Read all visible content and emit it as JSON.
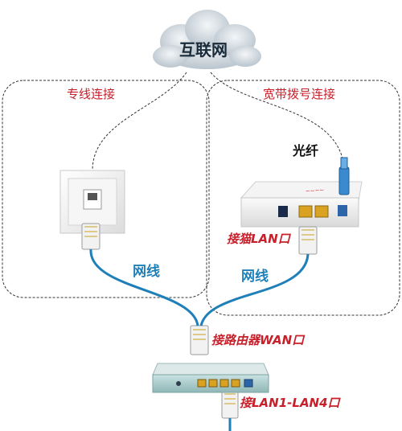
{
  "cloud_label": "互联网",
  "left_group": {
    "title": "专线连接"
  },
  "right_group": {
    "title": "宽带拨号连接"
  },
  "fiber_label": "光纤",
  "modem_lan_label": "接猫LAN口",
  "cable_label_left": "网线",
  "cable_label_right": "网线",
  "router_wan_label": "接路由器WAN口",
  "router_lan_label": "接LAN1-LAN4口",
  "colors": {
    "dashed": "#333333",
    "label_red": "#c8202a",
    "cable_blue": "#1f7fb8",
    "router_teal": "#a8cccc",
    "cloud_gray": "#cfd7de"
  },
  "icons": [
    "cloud-icon",
    "wall-socket-icon",
    "optical-modem-icon",
    "rj45-plug-icon",
    "router-icon",
    "fiber-connector-icon"
  ]
}
